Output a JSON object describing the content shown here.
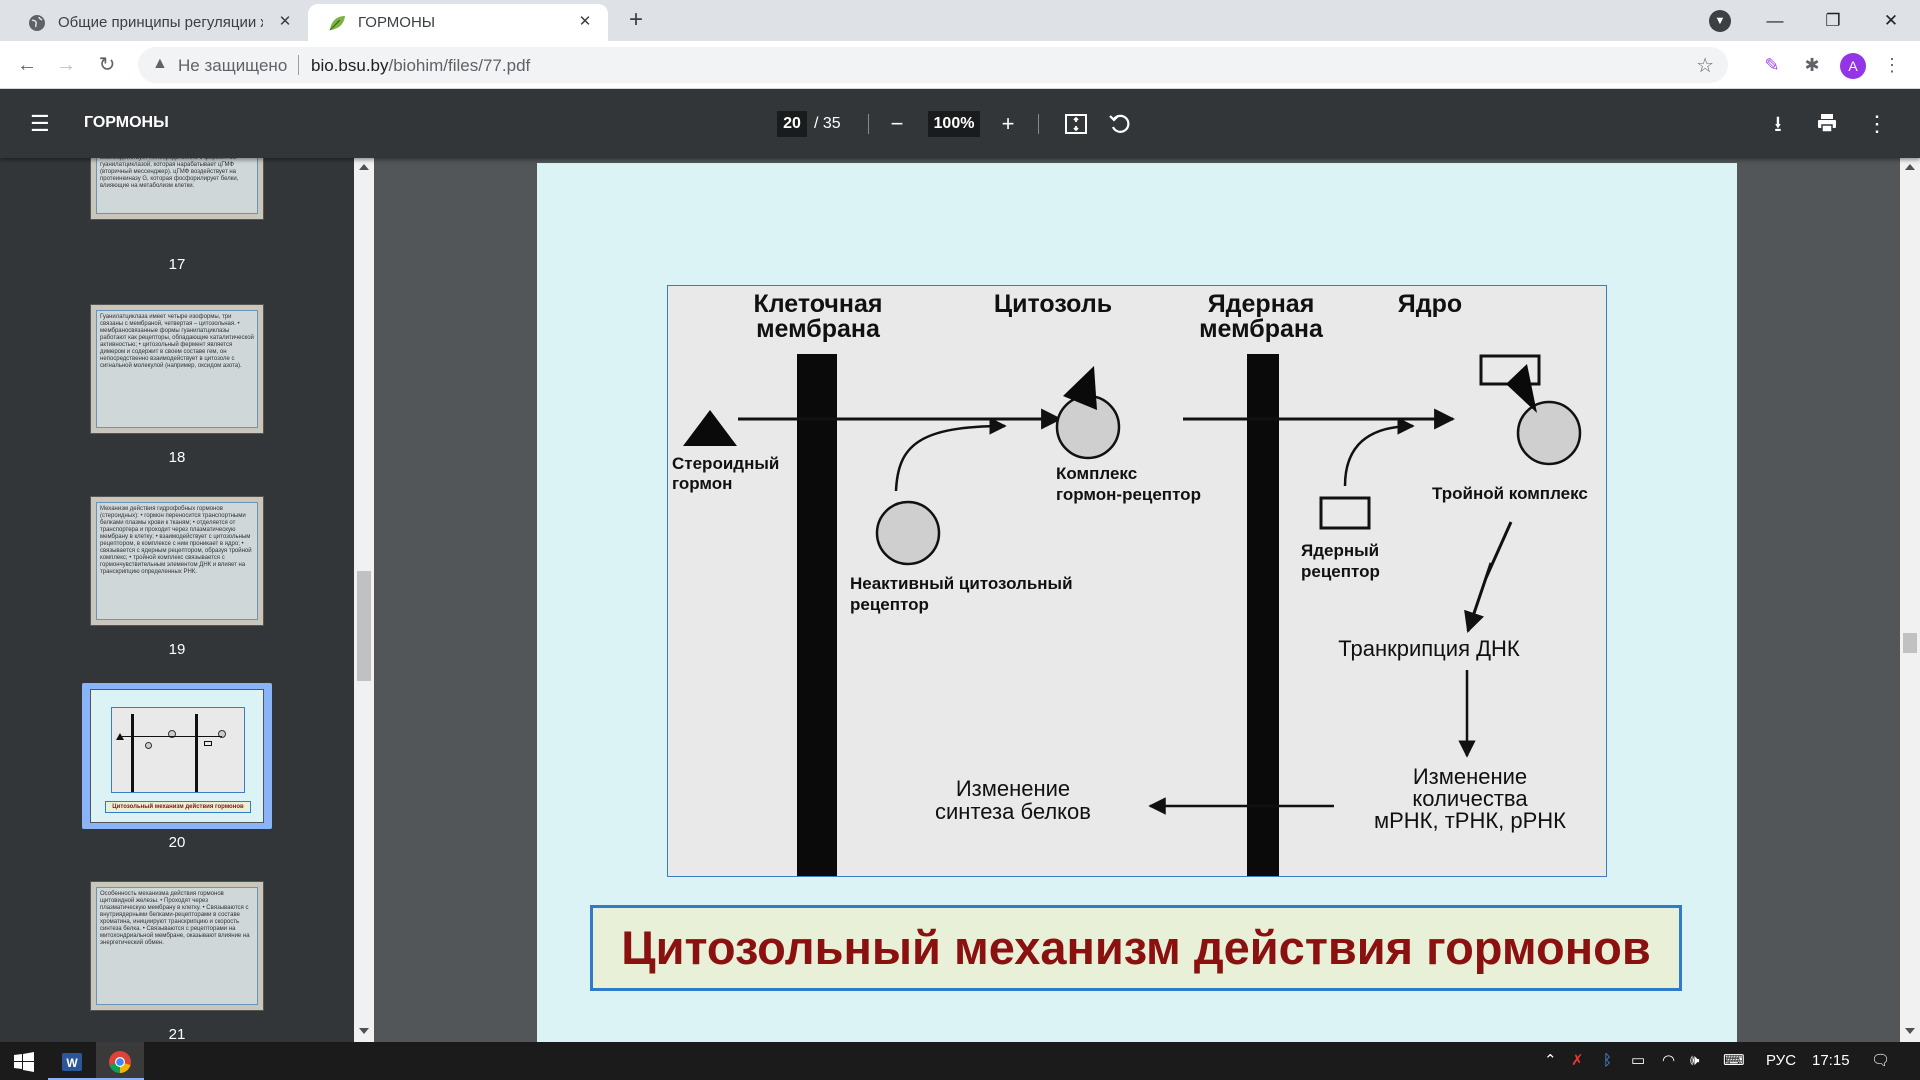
{
  "browser": {
    "tabs": [
      {
        "title": "Общие принципы регуляции ж",
        "active": false,
        "favicon": "globe-icon"
      },
      {
        "title": "ГОРМОНЫ",
        "active": true,
        "favicon": "leaf-icon"
      }
    ],
    "new_tab": "+",
    "window_controls": {
      "minimize": "—",
      "restore": "❐",
      "close": "✕"
    },
    "address": {
      "security_label": "Не защищено",
      "host": "bio.bsu.by",
      "path": "/biohim/files/77.pdf"
    },
    "profile_initial": "A"
  },
  "pdf_toolbar": {
    "title": "ГОРМОНЫ",
    "current_page": "20",
    "total_pages": "/ 35",
    "zoom": "100%",
    "zoom_out": "−",
    "zoom_in": "+"
  },
  "thumbnails": [
    {
      "number": "17",
      "selected": false,
      "preview_text": "мембран связи с адреналином; лиганд взаимодействует непосредственно с ферментом — гуанилатциклазой, которая нарабатывает цГМФ (вторичный мессенджер). цГМФ воздействует на протеинкиназу G, которая фосфорилирует белки, влияющие на метаболизм клетки."
    },
    {
      "number": "18",
      "selected": false,
      "preview_text": "Гуанилатциклаза имеет четыре изоформы, три связаны с мембраной, четвертая – цитозольная. • мембраносвязанные формы гуанилатциклазы работают как рецепторы, обладающие каталитической активностью; • цитозольный фермент является димером и содержит в своем составе гем, он непосредственно взаимодействует в цитозоле с сигнальной молекулой (например, оксидом азота)."
    },
    {
      "number": "19",
      "selected": false,
      "preview_text": "Механизм действия гидрофобных гормонов (стероидных): • гормон переносится транспортными белками плазмы крови к тканям; • отделяется от транспортера и проходит через плазматическую мембрану в клетку; • взаимодействует с цитозольным рецептором, в комплексе с ним проникает в ядро; • связывается с ядерным рецептором, образуя тройной комплекс; • тройной комплекс связывается с гормончувствительным элементом ДНК и влияет на транскрипцию определенных РНК."
    },
    {
      "number": "20",
      "selected": true,
      "preview_text": "Цитозольный механизм действия гормонов"
    },
    {
      "number": "21",
      "selected": false,
      "preview_text": "Особенность механизма действия гормонов щитовидной железы. • Проходят через плазматическую мембрану в клетку. • Связываются с внутриядерными белками-рецепторами в составе хроматина, инициируют транскрипцию и скорость синтеза белка. • Связываются с рецепторами на митохондриальной мембране, оказывают влияние на энергетический обмен."
    }
  ],
  "slide": {
    "headers": {
      "cell_membrane": [
        "Клеточная",
        "мембрана"
      ],
      "cytosol": "Цитозоль",
      "nuclear_membrane": [
        "Ядерная",
        "мембрана"
      ],
      "nucleus": "Ядро"
    },
    "labels": {
      "steroid_hormone": [
        "Стероидный",
        "гормон"
      ],
      "inactive_receptor": [
        "Неактивный цитозольный",
        "рецептор"
      ],
      "complex": [
        "Комплекс",
        "гормон-рецептор"
      ],
      "nuclear_receptor": [
        "Ядерный",
        "рецептор"
      ],
      "triple_complex": "Тройной комплекс",
      "transcription": "Транкрипция ДНК",
      "change_amount": [
        "Изменение",
        "количества",
        "мРНК, тРНК, рРНК"
      ],
      "change_synthesis": [
        "Изменение",
        "синтеза белков"
      ]
    },
    "caption": "Цитозольный механизм действия гормонов",
    "colors": {
      "page": "#dcf3f6",
      "caption_text": "#8b1010",
      "caption_border": "#2e7bc9",
      "caption_bg": "#e8f0d8"
    }
  },
  "taskbar": {
    "language": "РУС",
    "time": "17:15"
  }
}
